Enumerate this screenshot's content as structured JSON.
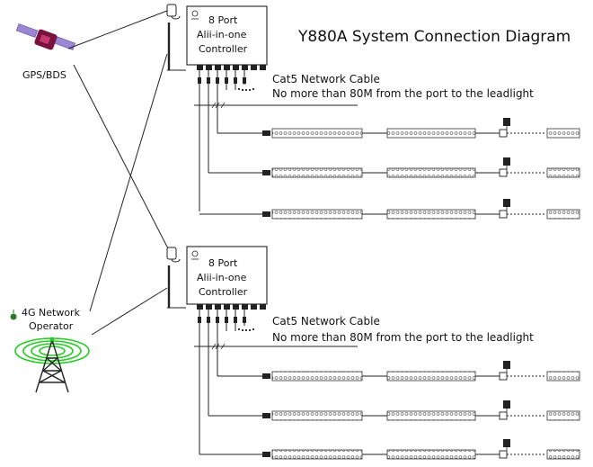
{
  "title": "Y880A System Connection Diagram",
  "gps_label": "GPS/BDS",
  "network_label_line1": "4G Network",
  "network_label_line2": "Operator",
  "controllers": [
    {
      "line1": "8 Port",
      "line2": "Alii-in-one",
      "line3": "Controller",
      "cable_label": "Cat5 Network Cable",
      "distance_note": "No more than 80M from the port to the leadlight"
    },
    {
      "line1": "8 Port",
      "line2": "Alii-in-one",
      "line3": "Controller",
      "cable_label": "Cat5 Network Cable",
      "distance_note": "No more than 80M from the port to the leadlight"
    }
  ],
  "colors": {
    "line": "#222222",
    "satellite_body": "#7a1240",
    "satellite_panel": "#9b86d6",
    "tower_signal": "#22cc22",
    "led_strip_fill": "#f4f4f4"
  },
  "icons": [
    "satellite-icon",
    "cell-tower-icon",
    "gps-antenna-icon",
    "led-strip-icon",
    "junction-box-icon"
  ]
}
